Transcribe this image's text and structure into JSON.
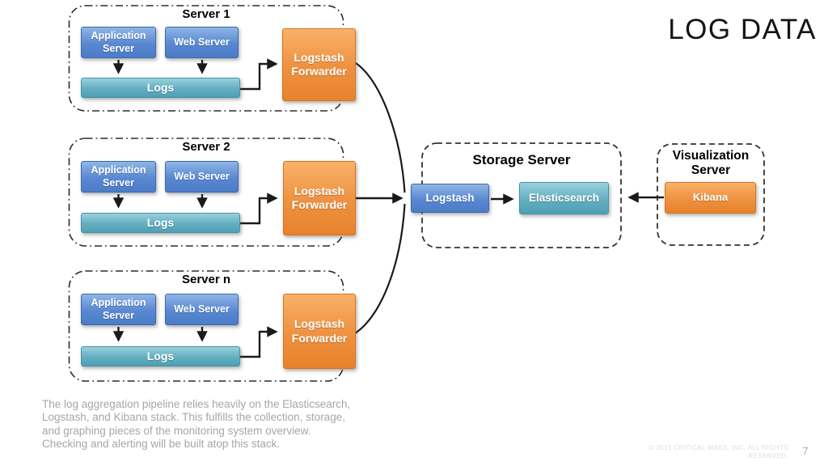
{
  "slide_title": "LOG DATA",
  "servers": [
    {
      "title": "Server 1",
      "app_label": "Application Server",
      "web_label": "Web Server",
      "logs_label": "Logs",
      "forwarder_label": "Logstash Forwarder"
    },
    {
      "title": "Server 2",
      "app_label": "Application Server",
      "web_label": "Web Server",
      "logs_label": "Logs",
      "forwarder_label": "Logstash Forwarder"
    },
    {
      "title": "Server n",
      "app_label": "Application Server",
      "web_label": "Web Server",
      "logs_label": "Logs",
      "forwarder_label": "Logstash Forwarder"
    }
  ],
  "storage": {
    "title": "Storage Server",
    "logstash_label": "Logstash",
    "elasticsearch_label": "Elasticsearch"
  },
  "visualization": {
    "title": "Visualization Server",
    "kibana_label": "Kibana"
  },
  "footer": {
    "lines": [
      "The log aggregation pipeline relies heavily on the Elasticsearch,",
      "Logstash, and Kibana stack. This fulfills the collection, storage,",
      "and graphing pieces of the monitoring system overview.",
      "Checking and alerting will be built atop this stack."
    ],
    "copyright_line1": "© 2015 CRITICAL MASS, INC. ALL RIGHTS",
    "copyright_line2": "RESERVED.",
    "page_number": "7"
  },
  "colors": {
    "node_blue": "#4C7CC7",
    "node_teal": "#4FA0B5",
    "node_orange": "#E8822B",
    "arrow_black": "#1a1a1a",
    "footer_gray": "#a6a6a6"
  }
}
